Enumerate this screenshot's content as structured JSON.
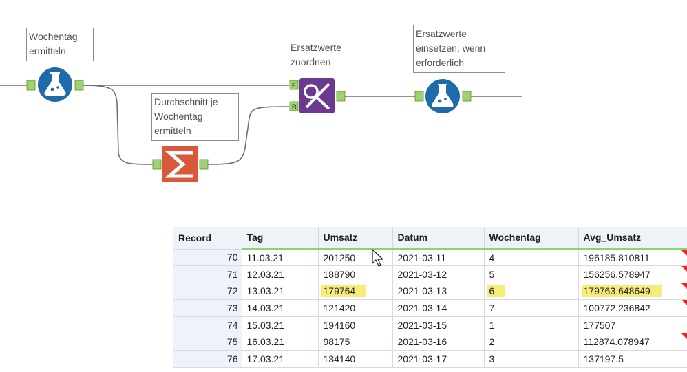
{
  "workflow": {
    "annotations": {
      "formula1": "Wochentag\nermitteln",
      "summarize": "Durchschnitt je\nWochentag\nermitteln",
      "join": "Ersatzwerte\nzuordnen",
      "formula2": "Ersatzwerte\neinsetzen, wenn\nerforderlich"
    },
    "join_anchors": {
      "left": "F",
      "right": "R"
    },
    "colors": {
      "formula": "#1f6aa8",
      "summarize": "#d9583a",
      "join": "#6b3a8e",
      "anchor": "#9fd36f",
      "connector": "#6f6f6f"
    }
  },
  "results": {
    "columns": [
      "Record",
      "Tag",
      "Umsatz",
      "Datum",
      "Wochentag",
      "Avg_Umsatz"
    ],
    "rows": [
      {
        "record": "70",
        "tag": "11.03.21",
        "umsatz": "201250",
        "datum": "2021-03-11",
        "wochentag": "4",
        "avg": "196185.810811"
      },
      {
        "record": "71",
        "tag": "12.03.21",
        "umsatz": "188790",
        "datum": "2021-03-12",
        "wochentag": "5",
        "avg": "156256.578947"
      },
      {
        "record": "72",
        "tag": "13.03.21",
        "umsatz": "179764",
        "datum": "2021-03-13",
        "wochentag": "6",
        "avg": "179763.648649"
      },
      {
        "record": "73",
        "tag": "14.03.21",
        "umsatz": "121420",
        "datum": "2021-03-14",
        "wochentag": "7",
        "avg": "100772.236842"
      },
      {
        "record": "74",
        "tag": "15.03.21",
        "umsatz": "194160",
        "datum": "2021-03-15",
        "wochentag": "1",
        "avg": "177507"
      },
      {
        "record": "75",
        "tag": "16.03.21",
        "umsatz": "98175",
        "datum": "2021-03-16",
        "wochentag": "2",
        "avg": "112874.078947"
      },
      {
        "record": "76",
        "tag": "17.03.21",
        "umsatz": "134140",
        "datum": "2021-03-17",
        "wochentag": "3",
        "avg": "137197.5"
      }
    ]
  }
}
